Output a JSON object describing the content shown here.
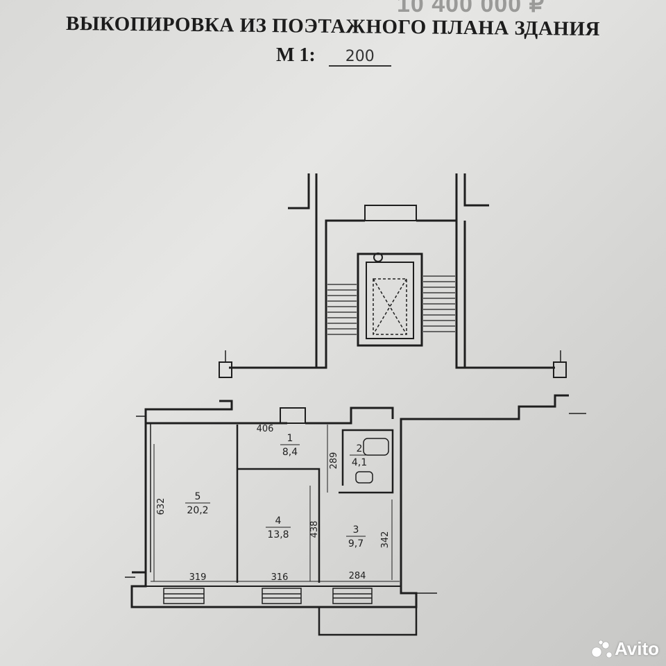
{
  "listing": {
    "price": "10 400 000 ₽"
  },
  "header": {
    "title": "ВЫКОПИРОВКА ИЗ ПОЭТАЖНОГО ПЛАНА ЗДАНИЯ",
    "scale_label": "М 1:",
    "scale_value": "200"
  },
  "rooms": [
    {
      "number": "1",
      "area": "8,4"
    },
    {
      "number": "2",
      "area": "4,1"
    },
    {
      "number": "3",
      "area": "9,7"
    },
    {
      "number": "4",
      "area": "13,8"
    },
    {
      "number": "5",
      "area": "20,2"
    }
  ],
  "dimensions": {
    "hall_length": "406",
    "bath_height": "289",
    "room5_height": "632",
    "room4_height": "438",
    "room3_height": "342",
    "room5_width": "319",
    "room4_width": "316",
    "room3_width": "284"
  },
  "watermark": {
    "text": "Avito",
    "logo_icon": "avito-logo-icon"
  }
}
